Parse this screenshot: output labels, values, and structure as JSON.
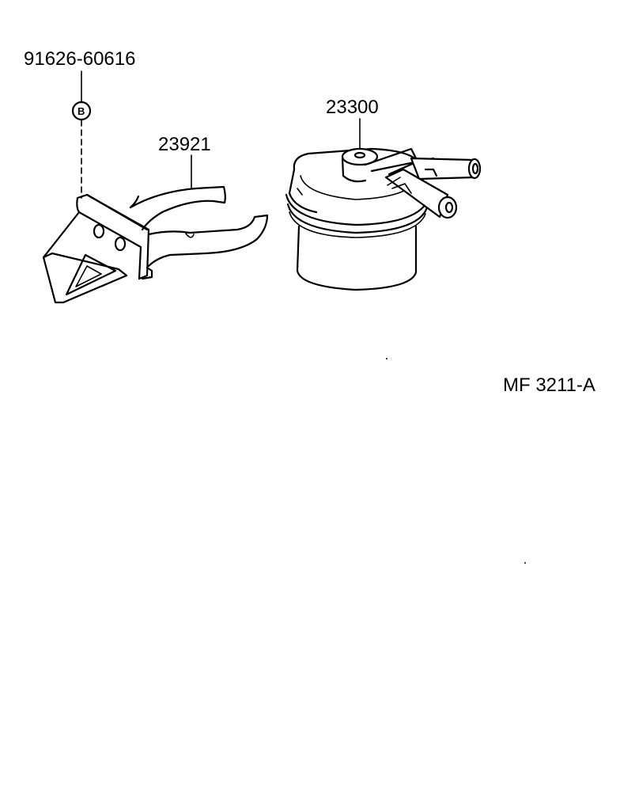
{
  "parts": {
    "bolt": {
      "number": "91626-60616",
      "symbol": "B"
    },
    "bracket": {
      "number": "23921"
    },
    "fuel_filter": {
      "number": "23300"
    }
  },
  "diagram_code": "MF 3211-A"
}
